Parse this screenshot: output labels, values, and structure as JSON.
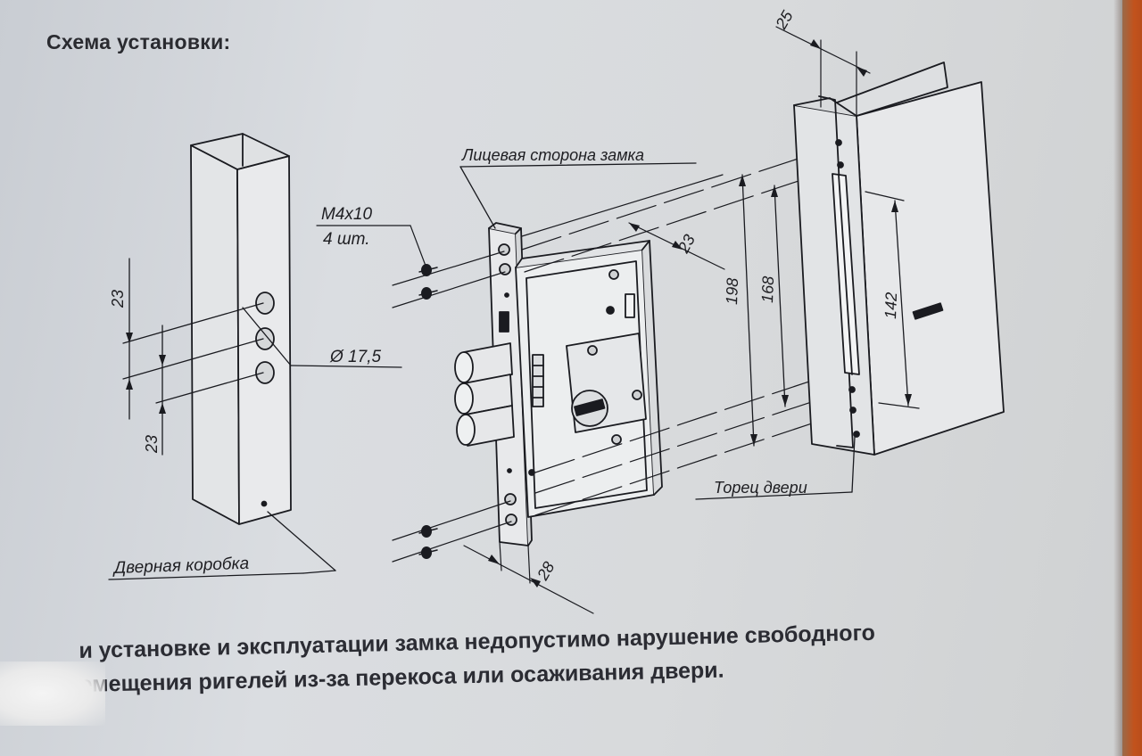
{
  "title": "Схема установки:",
  "labels": {
    "door_frame": "Дверная коробка",
    "lock_face": "Лицевая сторона замка",
    "door_edge": "Торец двери",
    "screws_size": "M4x10",
    "screws_count": "4 шт.",
    "hole_diameter": "Ø 17,5"
  },
  "dimensions": {
    "frame_spacing_top": "23",
    "frame_spacing_bottom": "23",
    "face_width": "28",
    "body_offset": "23",
    "door_thickness": "25",
    "height_total": "198",
    "height_screws": "168",
    "height_slot": "142"
  },
  "warning": {
    "line1": "и установке и эксплуатации замка недопустимо нарушение свободного",
    "line2": "перемещения ригелей из-за перекоса или осаживания двери."
  },
  "colors": {
    "background": "#d8dadc",
    "line": "#1a1b20",
    "text": "#2a2b30",
    "accent_edge": "#c2521c"
  }
}
